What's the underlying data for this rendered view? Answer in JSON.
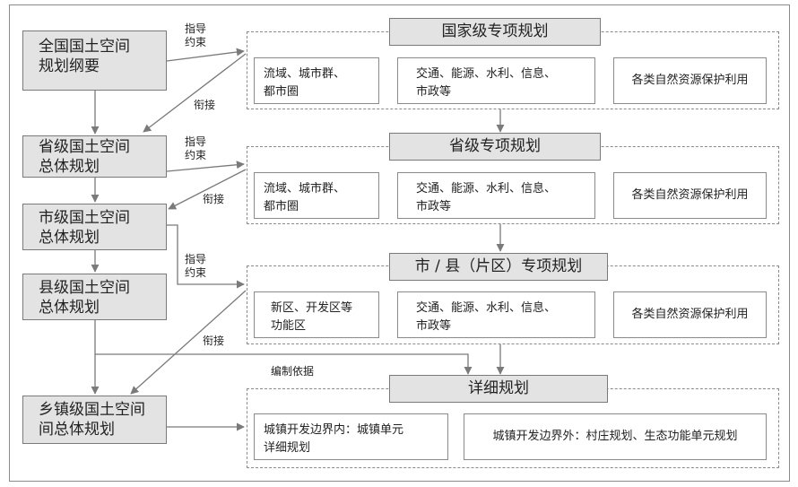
{
  "left_boxes": {
    "national": "全国国土空间\n规划纲要",
    "provincial": "省级国土空间\n总体规划",
    "municipal": "市级国土空间\n总体规划",
    "county": "县级国土空间\n总体规划",
    "township": "乡镇级国土空间\n间总体规划"
  },
  "groups": {
    "national": {
      "title": "国家级专项规划",
      "items": [
        "流域、城市群、\n都市圈",
        "交通、能源、水利、信息、\n市政等",
        "各类自然资源保护利用"
      ]
    },
    "provincial": {
      "title": "省级专项规划",
      "items": [
        "流域、城市群、\n都市圈",
        "交通、能源、水利、信息、\n市政等",
        "各类自然资源保护利用"
      ]
    },
    "city_county": {
      "title": "市 / 县（片区）专项规划",
      "items": [
        "新区、开发区等\n功能区",
        "交通、能源、水利、信息、\n市政等",
        "各类自然资源保护利用"
      ]
    },
    "detailed": {
      "title": "详细规划",
      "items": [
        "城镇开发边界内：城镇单元\n详细规划",
        "城镇开发边界外：村庄规划、生态功能单元规划"
      ]
    }
  },
  "labels": {
    "guide_1": "指导\n约束",
    "guide_2": "指导\n约束",
    "guide_3": "指导\n约束",
    "link_1": "衔接",
    "link_2": "衔接",
    "link_3": "衔接",
    "basis": "编制依据"
  }
}
